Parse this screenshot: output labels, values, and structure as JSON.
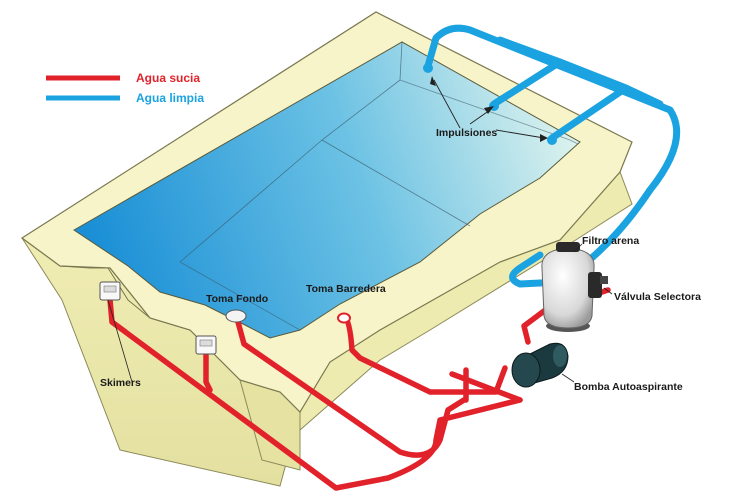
{
  "legend": {
    "dirty": {
      "label": "Agua sucia",
      "color": "#e2222b"
    },
    "clean": {
      "label": "Agua limpia",
      "color": "#1aa3e0"
    }
  },
  "labels": {
    "impulsiones": "Impulsiones",
    "filtro": "Filtro arena",
    "valvula": "Válvula Selectora",
    "bomba": "Bomba Autoaspirante",
    "toma_fondo": "Toma Fondo",
    "toma_barredera": "Toma Barredera",
    "skimers": "Skimers"
  },
  "colors": {
    "deck": "#f5f3c4",
    "deck_side": "#e9e6a8",
    "water_deep": "#1c90d8",
    "water_shallow": "#d6f1ef",
    "pipe_dirty": "#e2222b",
    "pipe_clean": "#1aa3e0",
    "pump": "#1b3a40"
  }
}
